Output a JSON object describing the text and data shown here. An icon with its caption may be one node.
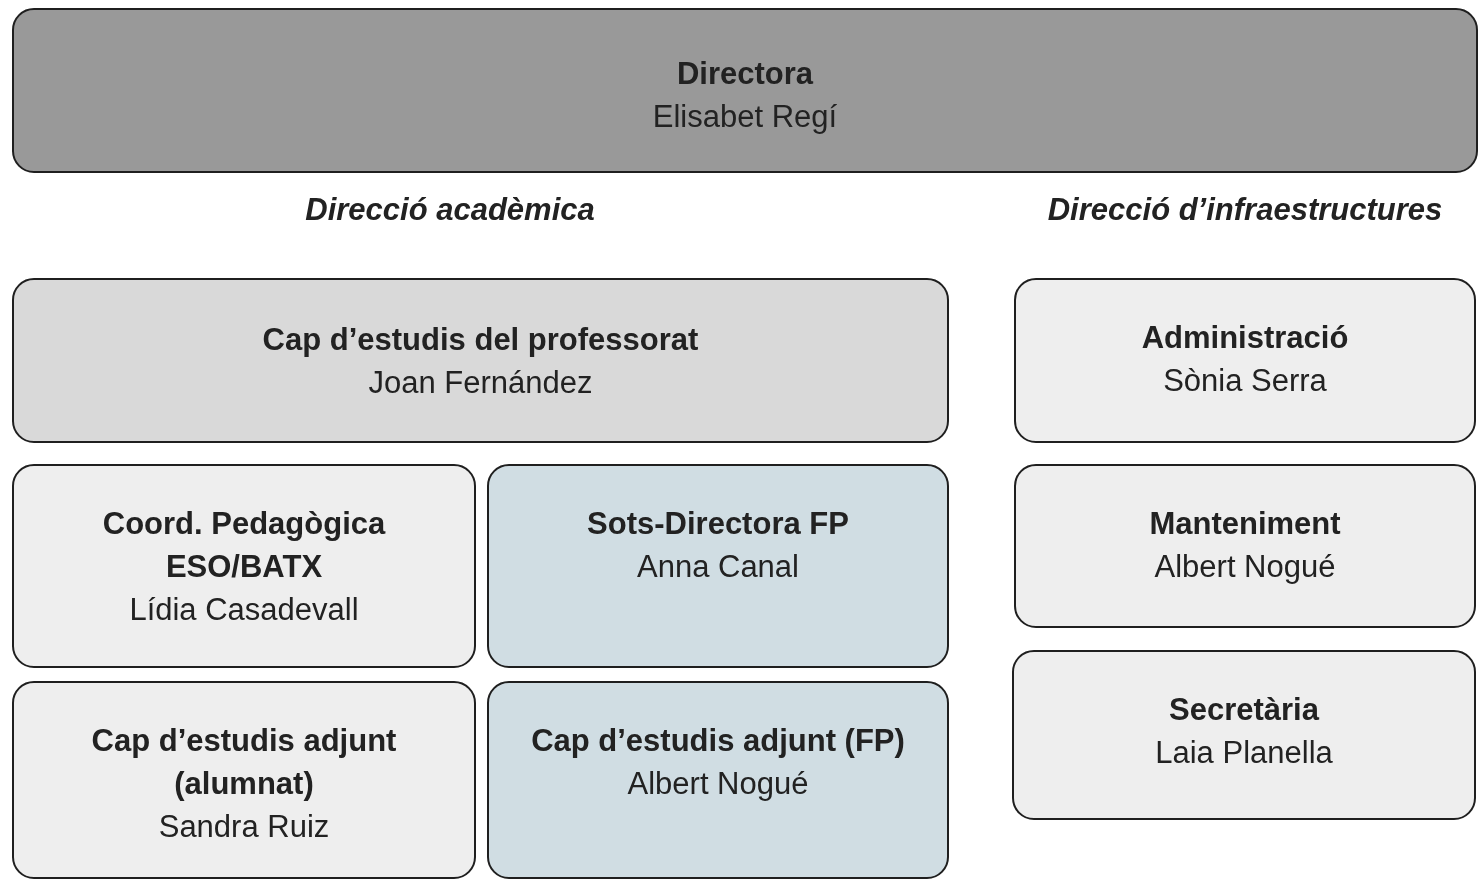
{
  "diagram": {
    "nodes": [
      {
        "text": [
          "Directora",
          "Elisabet Regí"
        ]
      },
      {
        "text": [
          "Cap d’estudis del professorat",
          "Joan Fernández"
        ]
      },
      {
        "text": [
          "Coord. Pedagògica ESO/BATX",
          "Lídia Casadevall"
        ]
      },
      {
        "text": [
          "Sots-Directora FP",
          "Anna Canal"
        ]
      },
      {
        "text": [
          "Cap d’estudis adjunt (alumnat)",
          "Sandra Ruiz"
        ]
      },
      {
        "text": [
          "Cap d’estudis adjunt (FP)",
          "Albert Nogué"
        ]
      },
      {
        "text": [
          "Administració",
          "Sònia Serra"
        ]
      },
      {
        "text": [
          "Manteniment",
          "Albert Nogué"
        ]
      },
      {
        "text": [
          "Secretària",
          "Laia Planella"
        ]
      }
    ],
    "edges": [],
    "labels": [
      "Direcció acadèmica",
      "Direcció d’infraestructures"
    ]
  }
}
